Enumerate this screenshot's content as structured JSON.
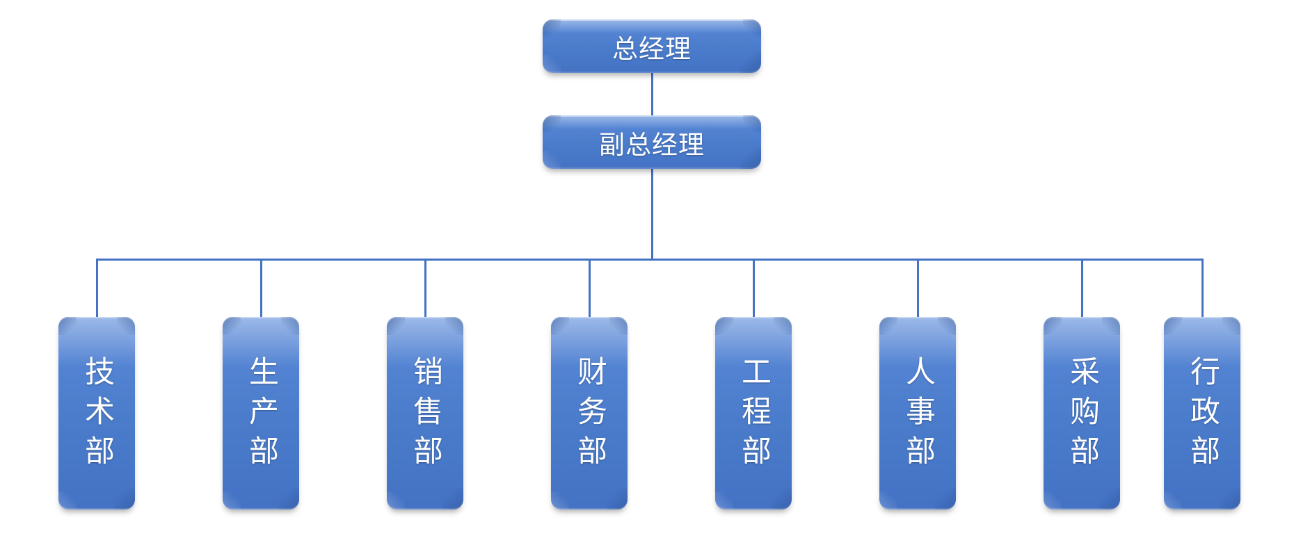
{
  "diagram": {
    "type": "organization-chart",
    "title": "",
    "theme_color": "#4472C4",
    "connector_color": "#4472C4",
    "text_color": "#FFFFFF",
    "background": "#FFFFFF",
    "levels": [
      {
        "level": 1,
        "nodes": [
          {
            "id": "gm",
            "label": "总经理"
          }
        ]
      },
      {
        "level": 2,
        "nodes": [
          {
            "id": "dgm",
            "label": "副总经理"
          }
        ]
      },
      {
        "level": 3,
        "nodes": [
          {
            "id": "d1",
            "label": "技术部"
          },
          {
            "id": "d2",
            "label": "生产部"
          },
          {
            "id": "d3",
            "label": "销售部"
          },
          {
            "id": "d4",
            "label": "财务部"
          },
          {
            "id": "d5",
            "label": "工程部"
          },
          {
            "id": "d6",
            "label": "人事部"
          },
          {
            "id": "d7",
            "label": "采购部"
          },
          {
            "id": "d8",
            "label": "行政部"
          }
        ]
      }
    ],
    "edges": [
      {
        "from": "gm",
        "to": "dgm"
      },
      {
        "from": "dgm",
        "to": "d1"
      },
      {
        "from": "dgm",
        "to": "d2"
      },
      {
        "from": "dgm",
        "to": "d3"
      },
      {
        "from": "dgm",
        "to": "d4"
      },
      {
        "from": "dgm",
        "to": "d5"
      },
      {
        "from": "dgm",
        "to": "d6"
      },
      {
        "from": "dgm",
        "to": "d7"
      },
      {
        "from": "dgm",
        "to": "d8"
      }
    ]
  }
}
